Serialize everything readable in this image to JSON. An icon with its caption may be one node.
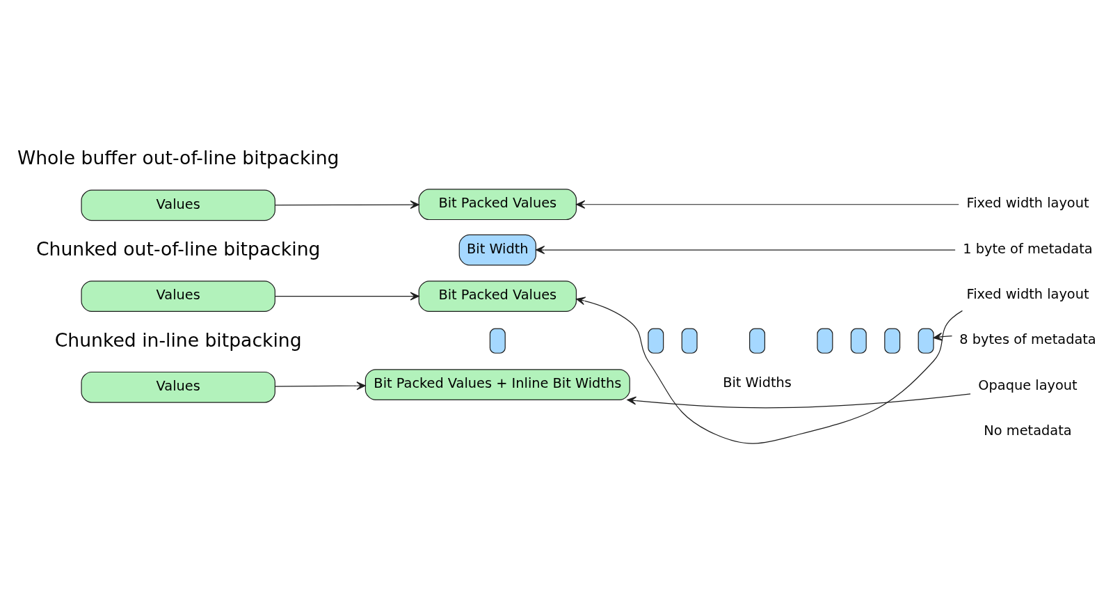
{
  "diagram": {
    "nodes": [
      {
        "text": [
          "Values"
        ]
      },
      {
        "text": [
          "Bit Packed Values"
        ]
      },
      {
        "text": [
          "Fixed width layout"
        ]
      },
      {
        "text": [
          "Bit Width"
        ]
      },
      {
        "text": [
          "1 byte of metadata"
        ]
      },
      {
        "text": [
          "Values"
        ]
      },
      {
        "text": [
          "Bit Packed Values"
        ]
      },
      {
        "text": [
          "Fixed width layout"
        ]
      },
      {
        "text": [],
        "shape": "box"
      },
      {
        "text": [],
        "shape": "box"
      },
      {
        "text": [],
        "shape": "box"
      },
      {
        "text": [],
        "shape": "box"
      },
      {
        "text": [],
        "shape": "box"
      },
      {
        "text": [],
        "shape": "box"
      },
      {
        "text": [],
        "shape": "box"
      },
      {
        "text": [],
        "shape": "box"
      },
      {
        "text": [
          "8 bytes of metadata"
        ]
      },
      {
        "text": [
          "Values"
        ]
      },
      {
        "text": [
          "Bit Packed Values + Inline Bit Widths"
        ]
      },
      {
        "text": [
          "Opaque layout"
        ]
      }
    ],
    "edges": [
      {
        "from": 0,
        "to": 1,
        "arrow": "to"
      },
      {
        "from": 2,
        "to": 1,
        "arrow": "to"
      },
      {
        "from": 4,
        "to": 3,
        "arrow": "to"
      },
      {
        "from": 5,
        "to": 6,
        "arrow": "to"
      },
      {
        "from": 7,
        "to": 6,
        "arrow": "to"
      },
      {
        "from": 16,
        "to": 15,
        "arrow": "to"
      },
      {
        "from": 17,
        "to": 18,
        "arrow": "to"
      },
      {
        "from": 19,
        "to": 18,
        "arrow": "to"
      }
    ],
    "labels": [
      "Whole buffer out-of-line bitpacking",
      "Chunked out-of-line bitpacking",
      "Bit Widths",
      "Chunked in-line bitpacking",
      "No metadata"
    ]
  }
}
